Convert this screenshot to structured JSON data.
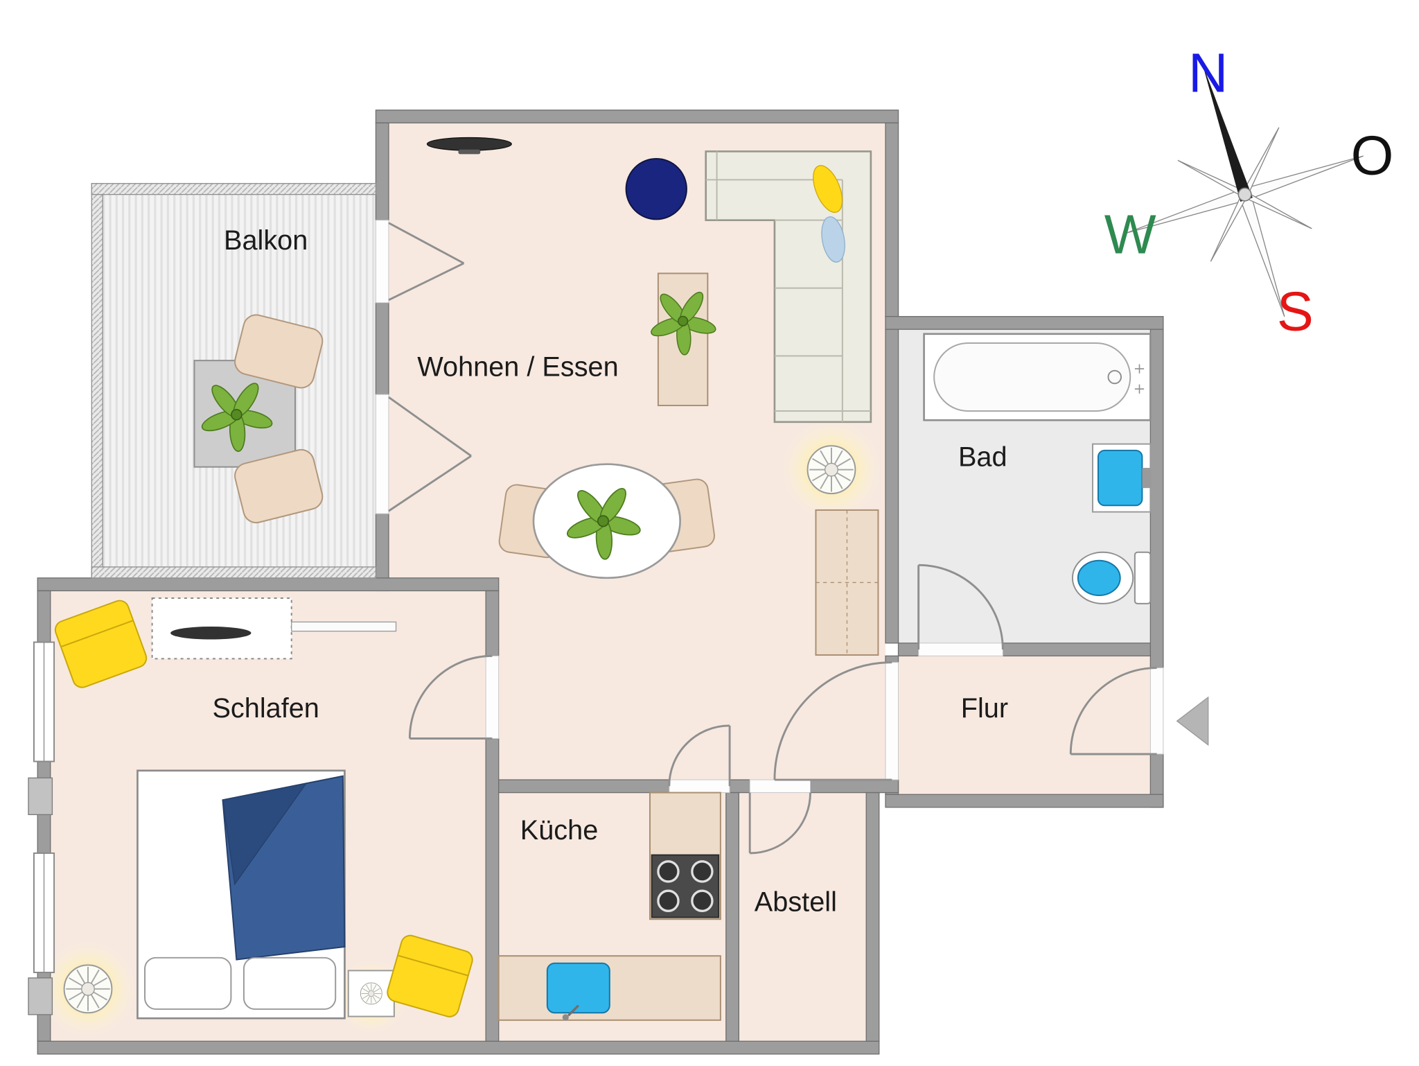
{
  "rooms": [
    {
      "id": "balkon",
      "label": "Balkon"
    },
    {
      "id": "wohnen_essen",
      "label": "Wohnen / Essen"
    },
    {
      "id": "bad",
      "label": "Bad"
    },
    {
      "id": "schlafen",
      "label": "Schlafen"
    },
    {
      "id": "flur",
      "label": "Flur"
    },
    {
      "id": "kueche",
      "label": "Küche"
    },
    {
      "id": "abstell",
      "label": "Abstell"
    }
  ],
  "compass": {
    "north": {
      "label": "N",
      "color": "#1a1ae6"
    },
    "east": {
      "label": "O",
      "color": "#111111"
    },
    "west": {
      "label": "W",
      "color": "#2e8a50"
    },
    "south": {
      "label": "S",
      "color": "#e51515"
    }
  },
  "colors": {
    "wall": "#9d9d9d",
    "room_floor": "#f7e9e0",
    "bath_floor": "#ebebeb",
    "balcony_floor": "#f3f3f3",
    "furniture_wood": "#eedcca",
    "sofa": "#ecece2",
    "accent_yellow": "#ffd91e",
    "fixture_blue": "#30b5ea",
    "bed_blanket": "#3a5f98",
    "pouf_navy": "#1a2580",
    "plant_green": "#7cb23e",
    "entrance_arrow": "#b5b5b5"
  },
  "icons": {
    "entrance_arrow": "left-triangle"
  }
}
